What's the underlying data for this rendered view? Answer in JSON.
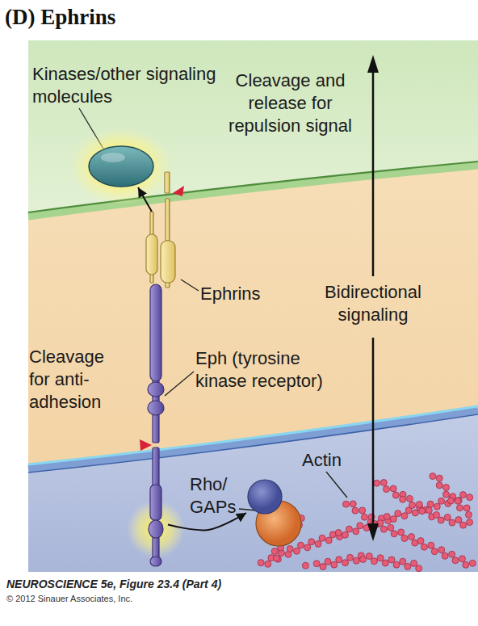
{
  "diagram": {
    "title": "(D) Ephrins",
    "caption": "NEUROSCIENCE 5e, Figure 23.4 (Part 4)",
    "nodes": [
      {
        "text": [
          "Kinases/other signaling molecules"
        ]
      },
      {
        "text": [
          "Ephrins"
        ]
      },
      {
        "text": [
          "Eph (tyrosine kinase receptor)"
        ]
      },
      {
        "text": [
          "Rho/ GAPs"
        ]
      }
    ],
    "edges": [
      {
        "from": 1,
        "to": 0,
        "arrow": "to"
      },
      {
        "from": 2,
        "to": 3,
        "arrow": "to"
      }
    ],
    "labels": [
      "Cleavage and release for repulsion signal",
      "Bidirectional signaling",
      "Cleavage for anti-adhesion",
      "Actin",
      "© 2012 Sinauer Associates, Inc."
    ]
  }
}
